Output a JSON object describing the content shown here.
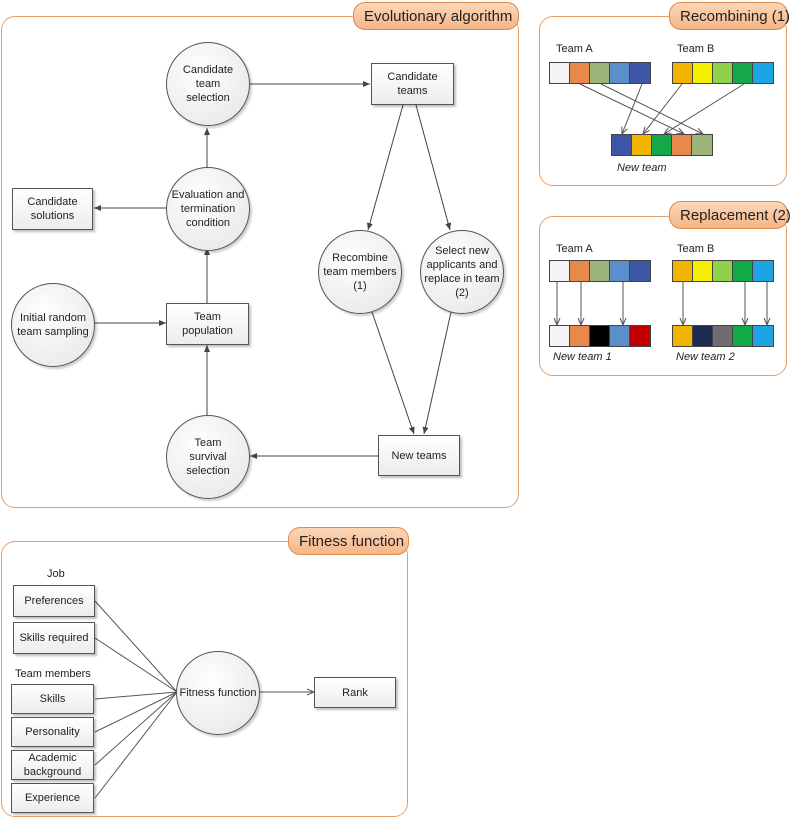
{
  "panels": {
    "evolutionary": {
      "title": "Evolutionary algorithm",
      "nodes": {
        "candidate_team_selection": "Candidate team selection",
        "candidate_teams": "Candidate teams",
        "evaluation": "Evaluation and termination condition",
        "candidate_solutions": "Candidate solutions",
        "initial_sampling": "Initial random team sampling",
        "team_population": "Team population",
        "recombine": "Recombine team members (1)",
        "replace": "Select new applicants and replace in team (2)",
        "survival": "Team survival selection",
        "new_teams": "New teams"
      }
    },
    "recombining": {
      "title": "Recombining (1)",
      "team_a_label": "Team A",
      "team_b_label": "Team B",
      "new_team_label": "New team",
      "team_a_colors": [
        "#f4f4f4",
        "#e8884a",
        "#9cb37a",
        "#5b8fc9",
        "#3f56a6"
      ],
      "team_b_colors": [
        "#f2b400",
        "#f5f000",
        "#8fd14a",
        "#14a84a",
        "#1aa6e4"
      ],
      "new_team_colors": [
        "#3f56a6",
        "#f2b400",
        "#14a84a",
        "#e8884a",
        "#9cb37a"
      ]
    },
    "replacement": {
      "title": "Replacement (2)",
      "team_a_label": "Team A",
      "team_b_label": "Team B",
      "new_team_1_label": "New team 1",
      "new_team_2_label": "New team 2",
      "team_a_colors": [
        "#f4f4f4",
        "#e8884a",
        "#9cb37a",
        "#5b8fc9",
        "#3f56a6"
      ],
      "team_b_colors": [
        "#f2b400",
        "#f5f000",
        "#8fd14a",
        "#14a84a",
        "#1aa6e4"
      ],
      "new_team_1_colors": [
        "#f4f4f4",
        "#e8884a",
        "#000000",
        "#5b8fc9",
        "#c00000"
      ],
      "new_team_2_colors": [
        "#f2b400",
        "#1f2a52",
        "#6e6e6e",
        "#14a84a",
        "#1aa6e4"
      ]
    },
    "fitness": {
      "title": "Fitness function",
      "job_label": "Job",
      "team_members_label": "Team members",
      "job_inputs": [
        "Preferences",
        "Skills required"
      ],
      "member_inputs": [
        "Skills",
        "Personality",
        "Academic background",
        "Experience"
      ],
      "function_label": "Fitness function",
      "output_label": "Rank"
    }
  }
}
